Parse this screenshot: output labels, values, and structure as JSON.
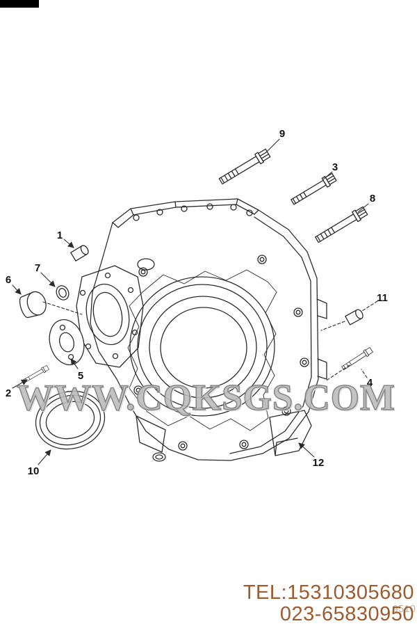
{
  "watermark": {
    "text": "WWW.CQKSGS.COM",
    "color": "#8a8a8a"
  },
  "footer": {
    "tel": "TEL:15310305680",
    "phone": "023-65830950",
    "code": "9510",
    "color": "#9d5b2f"
  },
  "diagram": {
    "ink": "#2b2b2b",
    "callouts": [
      {
        "id": "1"
      },
      {
        "id": "2"
      },
      {
        "id": "3"
      },
      {
        "id": "4"
      },
      {
        "id": "5"
      },
      {
        "id": "6"
      },
      {
        "id": "7"
      },
      {
        "id": "8"
      },
      {
        "id": "9"
      },
      {
        "id": "10"
      },
      {
        "id": "11"
      },
      {
        "id": "12"
      }
    ]
  }
}
